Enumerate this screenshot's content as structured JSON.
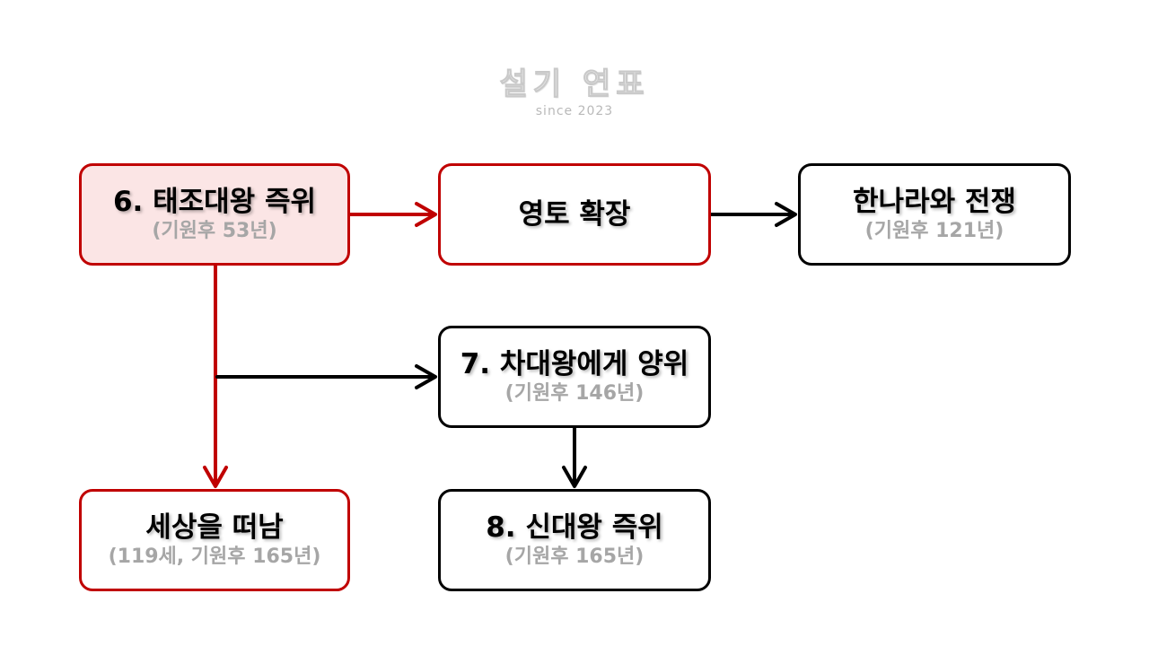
{
  "watermark": {
    "title": "설기 연표",
    "subtitle": "since 2023"
  },
  "colors": {
    "red": "#c00000",
    "black": "#000000",
    "highlight_fill": "#fbe5e5",
    "sub_text": "#a6a6a6"
  },
  "nodes": [
    {
      "id": "n1",
      "title": "6. 태조대왕 즉위",
      "sub": "(기원후 53년)",
      "border": "red",
      "highlight": true
    },
    {
      "id": "n2",
      "title": "영토 확장",
      "sub": "",
      "border": "red",
      "highlight": false
    },
    {
      "id": "n3",
      "title": "한나라와 전쟁",
      "sub": "(기원후 121년)",
      "border": "black",
      "highlight": false
    },
    {
      "id": "n4",
      "title": "7. 차대왕에게 양위",
      "sub": "(기원후 146년)",
      "border": "black",
      "highlight": false
    },
    {
      "id": "n5",
      "title": "세상을 떠남",
      "sub": "(119세, 기원후 165년)",
      "border": "red",
      "highlight": false
    },
    {
      "id": "n6",
      "title": "8. 신대왕 즉위",
      "sub": "(기원후 165년)",
      "border": "black",
      "highlight": false
    }
  ],
  "edges": [
    {
      "from": "n1",
      "to": "n2",
      "color": "red"
    },
    {
      "from": "n2",
      "to": "n3",
      "color": "black"
    },
    {
      "from": "n1",
      "to": "n5",
      "color": "red"
    },
    {
      "from": "n1",
      "to": "n4",
      "color": "black"
    },
    {
      "from": "n4",
      "to": "n6",
      "color": "black"
    }
  ]
}
